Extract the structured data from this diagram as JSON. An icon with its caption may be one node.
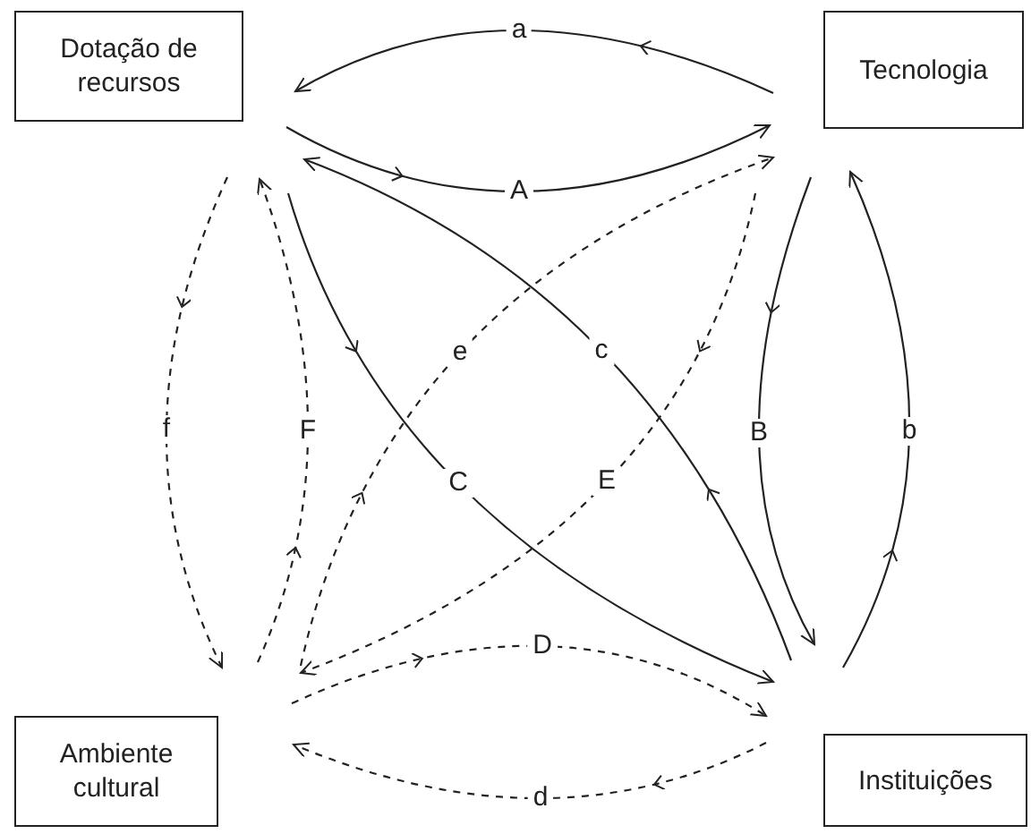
{
  "diagram": {
    "nodes": [
      {
        "text": [
          "Dotação de recursos"
        ]
      },
      {
        "text": [
          "Tecnologia"
        ]
      },
      {
        "text": [
          "Ambiente cultural"
        ]
      },
      {
        "text": [
          "Instituições"
        ]
      }
    ],
    "edges": [
      {
        "from": 1,
        "to": 0,
        "arrow": "to",
        "label": "a"
      },
      {
        "from": 0,
        "to": 1,
        "arrow": "to",
        "label": "A"
      },
      {
        "from": 3,
        "to": 1,
        "arrow": "to",
        "label": "b"
      },
      {
        "from": 1,
        "to": 3,
        "arrow": "to",
        "label": "B"
      },
      {
        "from": 3,
        "to": 0,
        "arrow": "to",
        "label": "c"
      },
      {
        "from": 0,
        "to": 3,
        "arrow": "to",
        "label": "C"
      },
      {
        "from": 3,
        "to": 2,
        "arrow": "to",
        "label": "d",
        "style": "dashed"
      },
      {
        "from": 2,
        "to": 3,
        "arrow": "to",
        "label": "D",
        "style": "dashed"
      },
      {
        "from": 2,
        "to": 1,
        "arrow": "to",
        "label": "e",
        "style": "dashed"
      },
      {
        "from": 1,
        "to": 2,
        "arrow": "to",
        "label": "E",
        "style": "dashed"
      },
      {
        "from": 0,
        "to": 2,
        "arrow": "to",
        "label": "f",
        "style": "dashed"
      },
      {
        "from": 2,
        "to": 0,
        "arrow": "to",
        "label": "F",
        "style": "dashed"
      }
    ]
  }
}
